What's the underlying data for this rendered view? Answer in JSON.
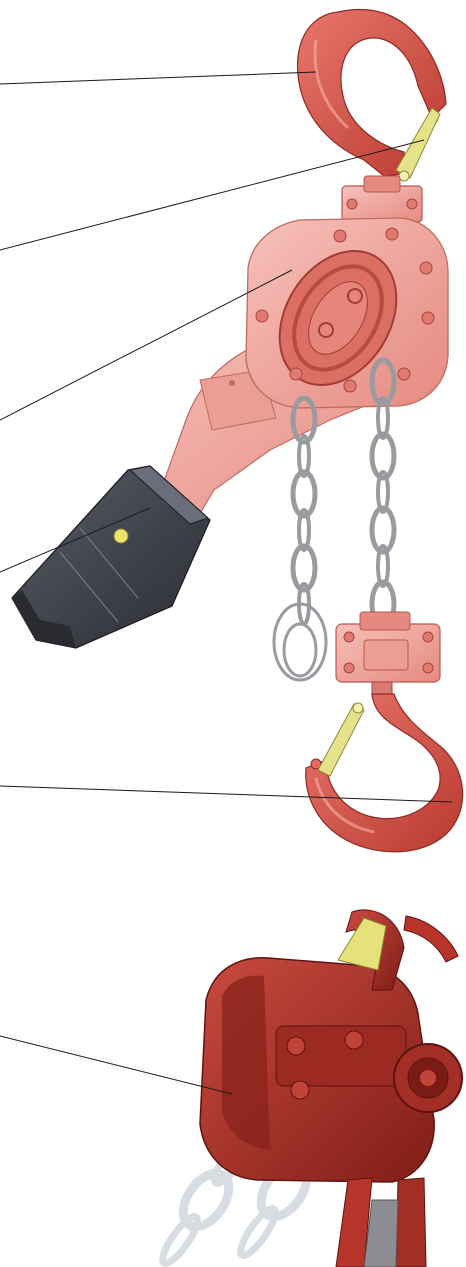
{
  "illustration": {
    "subject": "lever-hoist-exploded-view",
    "colors": {
      "hook_red": "#d9554a",
      "hook_red_dark": "#a8302a",
      "body_pink": "#f0a79f",
      "body_pink_dark": "#d97a70",
      "handle_grip": "#4a4c55",
      "handle_grip_dark": "#2a2b31",
      "latch_yellow": "#e6e28a",
      "chain_grey": "#9a9aa0",
      "render_red": "#b8352c",
      "render_red_dark": "#7e1c16",
      "render_chain": "#d8dde3",
      "leader_line": "#1a1a1a"
    },
    "parts": [
      "top-hook",
      "hook-safety-latch",
      "gearbox-housing",
      "lever-handle-grip",
      "load-chain",
      "bottom-hook-block",
      "bottom-hook"
    ],
    "detail_view": "rendered-closeup-of-hoist-body"
  }
}
